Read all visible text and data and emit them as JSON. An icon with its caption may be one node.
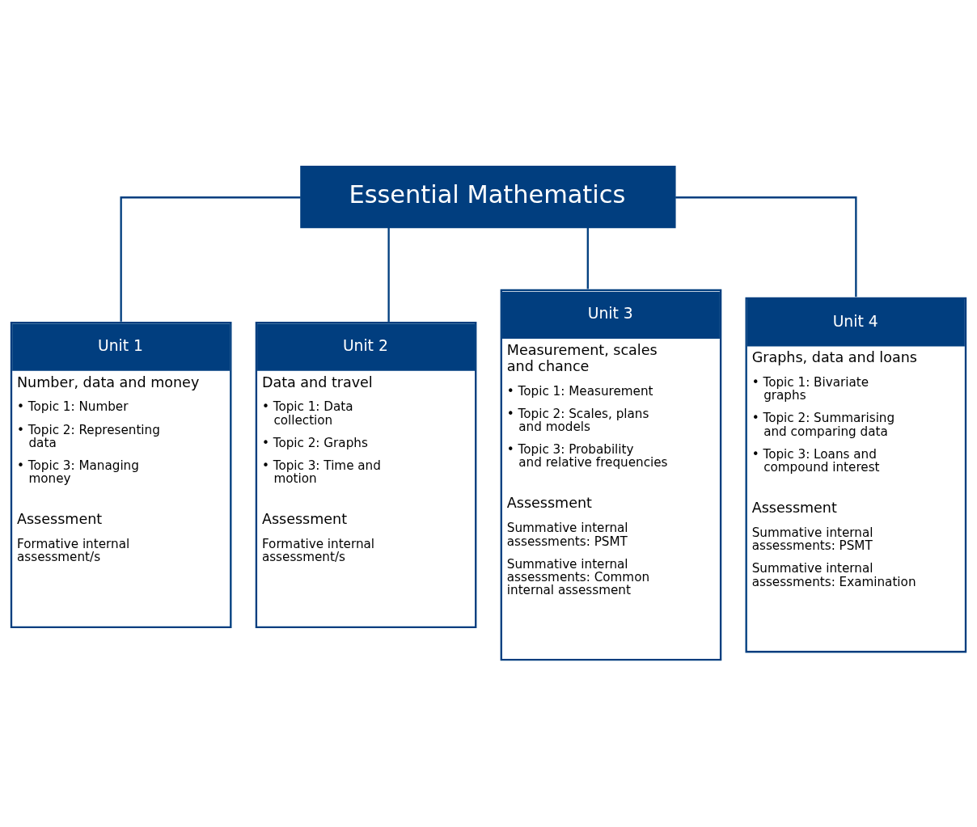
{
  "diagram": {
    "nodes": [
      {
        "text": [
          "Essential Mathematics"
        ]
      },
      {
        "text": [
          "Unit 1",
          "Number, data and money",
          "• Topic 1: Number",
          "• Topic 2: Representing data",
          "• Topic 3: Managing money",
          "Assessment",
          "Formative internal assessment/s"
        ]
      },
      {
        "text": [
          "Unit 2",
          "Data and travel",
          "• Topic 1: Data collection",
          "• Topic 2: Graphs",
          "• Topic 3: Time and motion",
          "Assessment",
          "Formative internal assessment/s"
        ]
      },
      {
        "text": [
          "Unit 3",
          "Measurement, scales and chance",
          "• Topic 1: Measurement",
          "• Topic 2: Scales, plans and models",
          "• Topic 3: Probability and relative frequencies",
          "Assessment",
          "Summative internal assessments: PSMT",
          "Summative internal assessments: Common internal assessment"
        ]
      },
      {
        "text": [
          "Unit 4",
          "Graphs, data and loans",
          "• Topic 1: Bivariate graphs",
          "• Topic 2: Summarising and comparing data",
          "• Topic 3: Loans and compound interest",
          "Assessment",
          "Summative internal assessments: PSMT",
          "Summative internal assessments: Examination"
        ]
      }
    ],
    "edges": [
      {
        "from": 0,
        "to": 1,
        "arrow": "none"
      },
      {
        "from": 0,
        "to": 2,
        "arrow": "none"
      },
      {
        "from": 0,
        "to": 3,
        "arrow": "none"
      },
      {
        "from": 0,
        "to": 4,
        "arrow": "none"
      }
    ]
  }
}
